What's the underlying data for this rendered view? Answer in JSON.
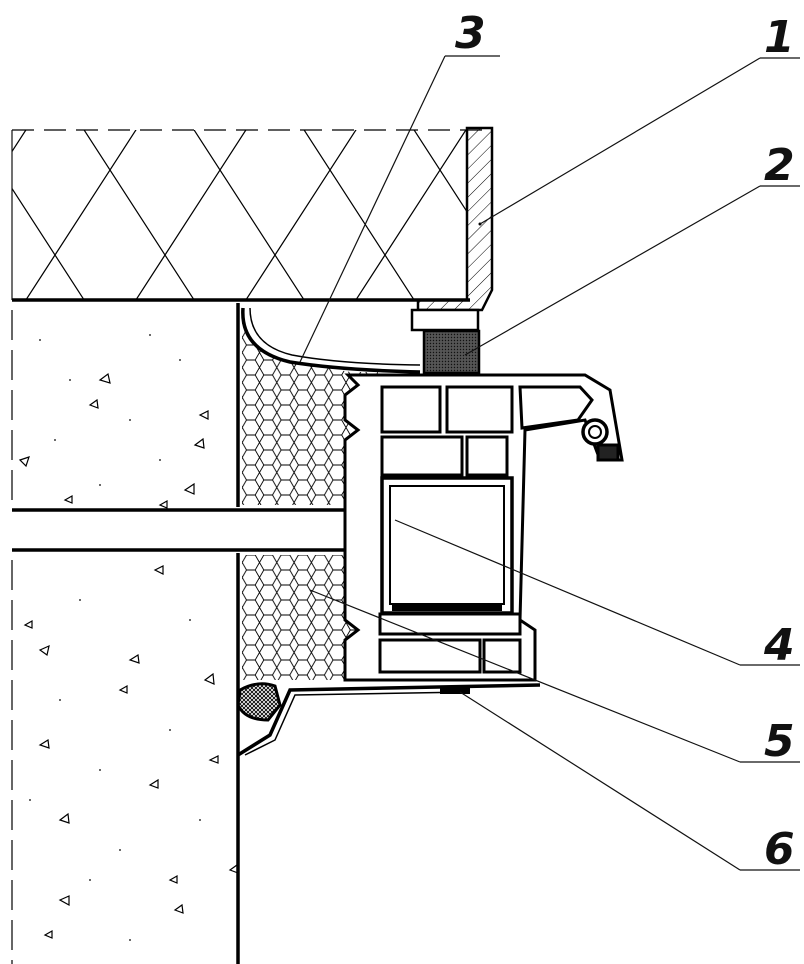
{
  "drawing": {
    "colors": {
      "line": "#000000",
      "background": "#ffffff",
      "seal": "#2b2b2b"
    },
    "callouts": [
      {
        "id": "1",
        "label": "1"
      },
      {
        "id": "2",
        "label": "2"
      },
      {
        "id": "3",
        "label": "3"
      },
      {
        "id": "4",
        "label": "4"
      },
      {
        "id": "5",
        "label": "5"
      },
      {
        "id": "6",
        "label": "6"
      }
    ]
  }
}
